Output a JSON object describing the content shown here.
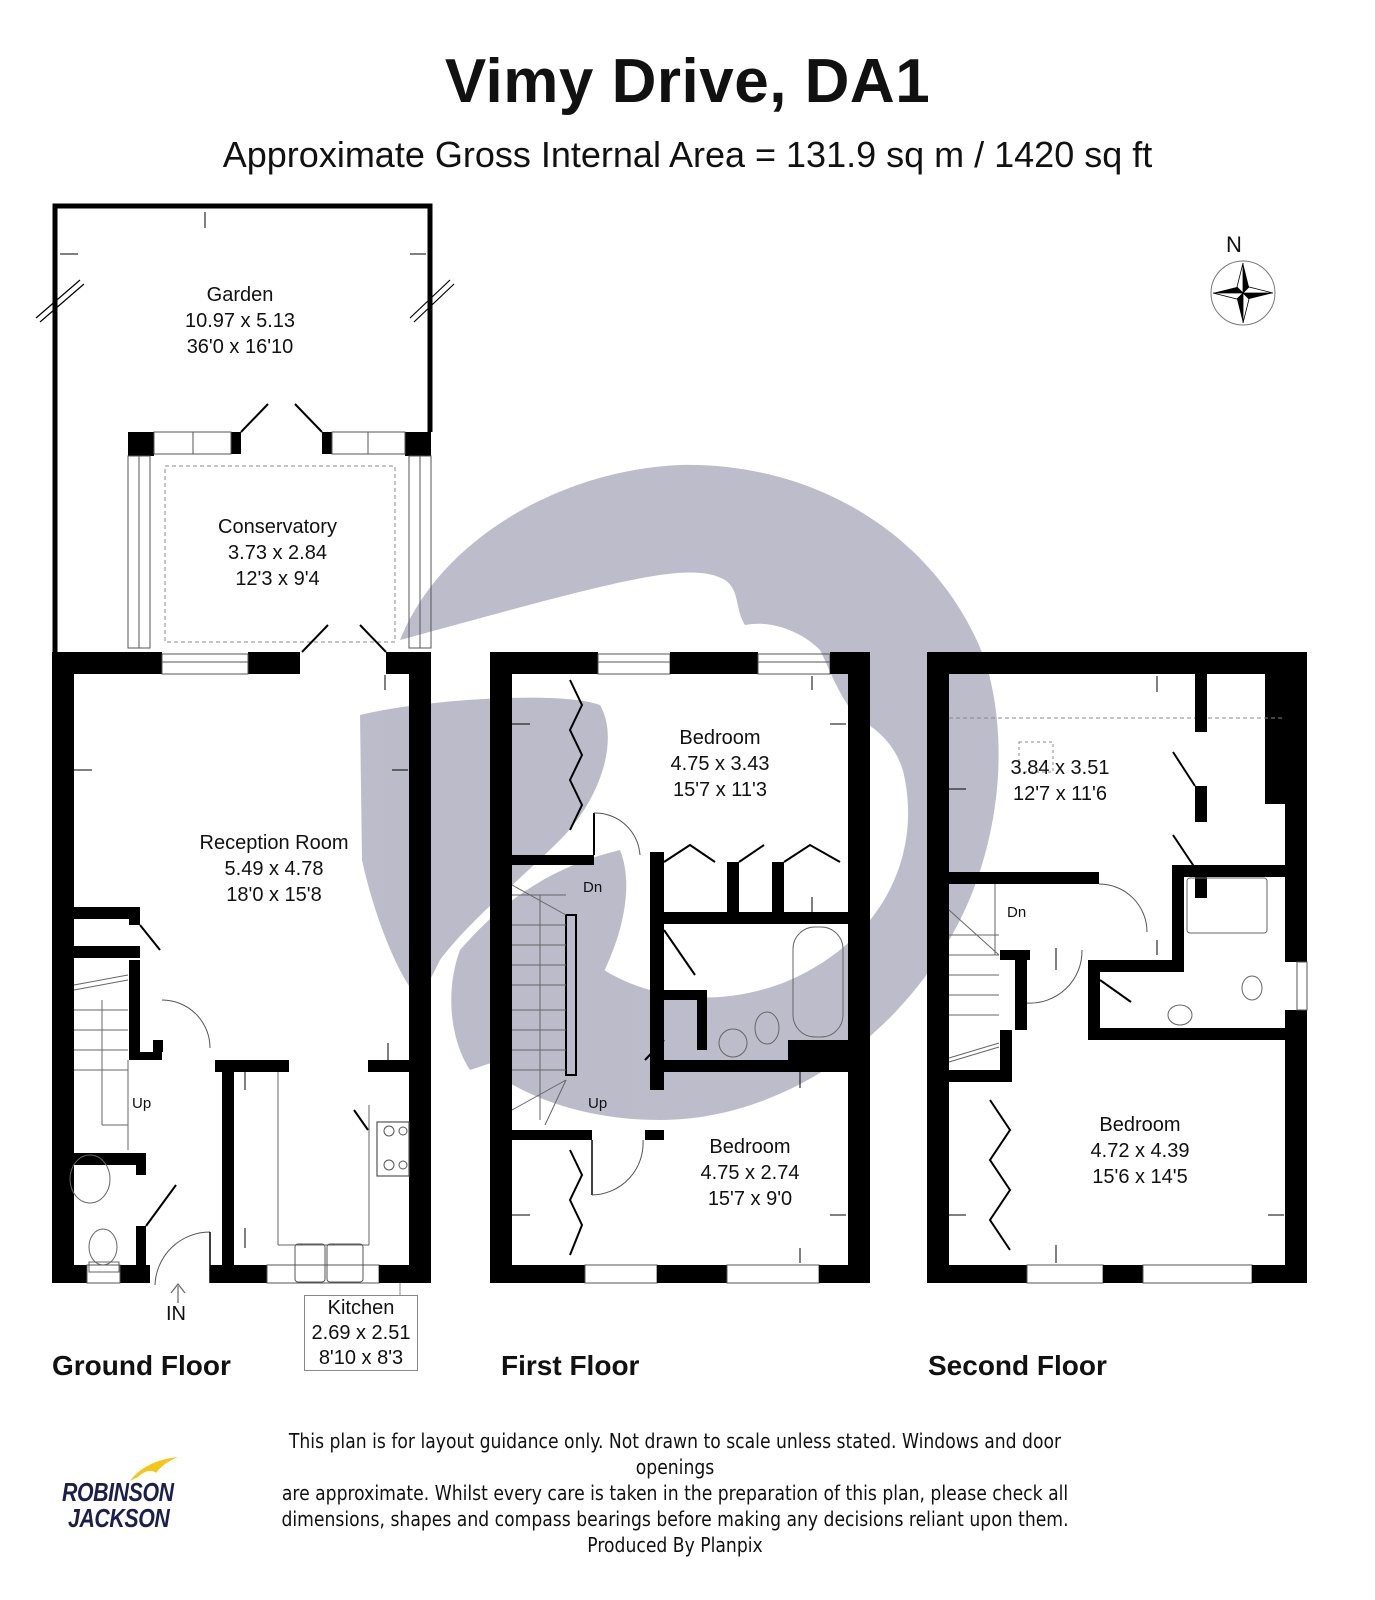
{
  "header": {
    "title": "Vimy Drive, DA1",
    "subtitle": "Approximate Gross Internal Area = 131.9 sq m / 1420 sq ft"
  },
  "compass": {
    "label": "N",
    "icon": "compass-rose-icon"
  },
  "floors": [
    {
      "name": "Ground Floor",
      "rooms": [
        {
          "name": "Garden",
          "metric": "10.97 x 5.13",
          "imperial": "36'0 x 16'10"
        },
        {
          "name": "Conservatory",
          "metric": "3.73 x 2.84",
          "imperial": "12'3 x 9'4"
        },
        {
          "name": "Reception Room",
          "metric": "5.49 x 4.78",
          "imperial": "18'0 x 15'8"
        },
        {
          "name": "Kitchen",
          "metric": "2.69 x 2.51",
          "imperial": "8'10 x 8'3"
        }
      ],
      "annotations": {
        "stairs": "Up",
        "entrance": "IN"
      }
    },
    {
      "name": "First Floor",
      "rooms": [
        {
          "name": "Bedroom",
          "metric": "4.75 x 3.43",
          "imperial": "15'7 x 11'3"
        },
        {
          "name": "Bedroom",
          "metric": "4.75 x 2.74",
          "imperial": "15'7 x 9'0"
        }
      ],
      "annotations": {
        "stairs_down": "Dn",
        "stairs_up": "Up"
      }
    },
    {
      "name": "Second Floor",
      "rooms": [
        {
          "name": "",
          "metric": "3.84 x 3.51",
          "imperial": "12'7 x 11'6"
        },
        {
          "name": "Bedroom",
          "metric": "4.72 x 4.39",
          "imperial": "15'6 x 14'5"
        }
      ],
      "annotations": {
        "stairs_down": "Dn"
      }
    }
  ],
  "footer": {
    "disclaimer_lines": [
      "This plan is for layout guidance only. Not drawn to scale unless stated. Windows and door openings",
      "are approximate. Whilst every care is taken in the preparation of this plan, please check all",
      "dimensions, shapes and compass bearings before making any decisions reliant upon them."
    ],
    "producer": "Produced By Planpix",
    "logo": {
      "line1": "ROBINSON",
      "line2": "JACKSON",
      "text_color": "#1c1f4e",
      "accent_color": "#f5c518"
    }
  },
  "colors": {
    "wall": "#000000",
    "watermark": "#b9b8c8",
    "fixture_line": "#666666"
  }
}
